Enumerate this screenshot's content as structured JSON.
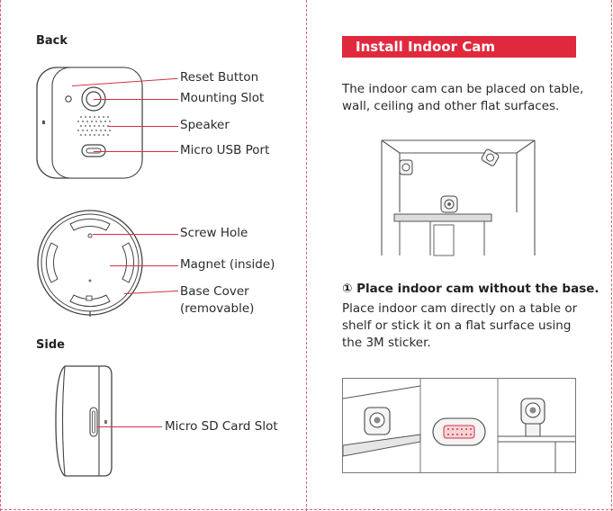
{
  "left": {
    "back_heading": "Back",
    "back_callouts": [
      "Reset Button",
      "Mounting Slot",
      "Speaker",
      "Micro USB Port"
    ],
    "base_callouts": [
      "Screw Hole",
      "Magnet (inside)",
      "Base Cover",
      "(removable)"
    ],
    "side_heading": "Side",
    "side_callout": "Micro SD Card Slot"
  },
  "right": {
    "title": "Install Indoor Cam",
    "intro": "The indoor cam can be placed on table, wall, ceiling and other flat surfaces.",
    "step1_title": "① Place indoor cam without the base.",
    "step1_body": "Place indoor cam directly on a table or shelf or stick it on a flat surface using the 3M sticker."
  },
  "colors": {
    "accent": "#e1293e",
    "border_dash": "#e06070"
  }
}
